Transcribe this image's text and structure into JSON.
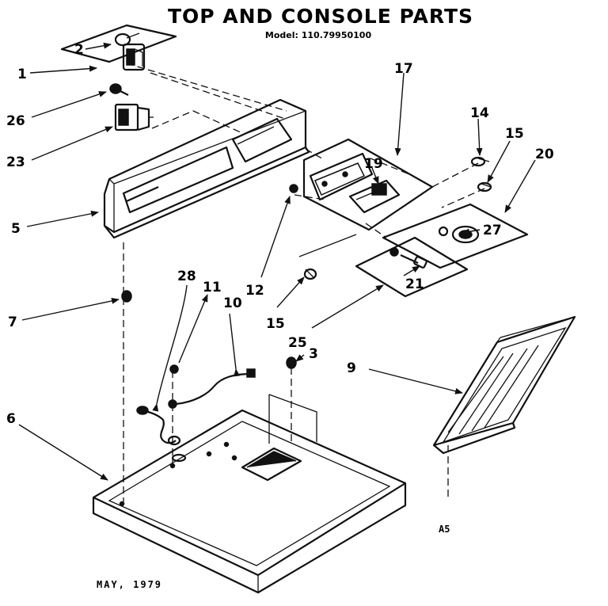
{
  "title": "TOP AND CONSOLE PARTS",
  "model": "Model: 110.79950100",
  "date": "MAY, 1979",
  "corner_code": "A5",
  "callouts": {
    "c1": "1",
    "c2": "2",
    "c3": "3",
    "c5": "5",
    "c6": "6",
    "c7": "7",
    "c9": "9",
    "c10": "10",
    "c11": "11",
    "c12": "12",
    "c14": "14",
    "c15a": "15",
    "c15b": "15",
    "c17": "17",
    "c19": "19",
    "c20": "20",
    "c21": "21",
    "c23": "23",
    "c25": "25",
    "c26": "26",
    "c27": "27",
    "c28": "28"
  },
  "parts": [
    {
      "ref": "1",
      "part": "switch-mount-plate"
    },
    {
      "ref": "2",
      "part": "knob"
    },
    {
      "ref": "3",
      "part": "screw"
    },
    {
      "ref": "5",
      "part": "console-panel"
    },
    {
      "ref": "6",
      "part": "top-panel"
    },
    {
      "ref": "7",
      "part": "screw"
    },
    {
      "ref": "9",
      "part": "lint-screen-door"
    },
    {
      "ref": "10",
      "part": "wire-harness"
    },
    {
      "ref": "11",
      "part": "screw"
    },
    {
      "ref": "12",
      "part": "nut"
    },
    {
      "ref": "14",
      "part": "screw"
    },
    {
      "ref": "15",
      "part": "screw"
    },
    {
      "ref": "17",
      "part": "console-end-bracket"
    },
    {
      "ref": "19",
      "part": "timer-dial"
    },
    {
      "ref": "20",
      "part": "control-mount-plate"
    },
    {
      "ref": "21",
      "part": "switch"
    },
    {
      "ref": "23",
      "part": "push-switch"
    },
    {
      "ref": "25",
      "part": "rear-bracket"
    },
    {
      "ref": "26",
      "part": "screw"
    },
    {
      "ref": "27",
      "part": "selector-switch"
    },
    {
      "ref": "28",
      "part": "ground-wire"
    }
  ]
}
